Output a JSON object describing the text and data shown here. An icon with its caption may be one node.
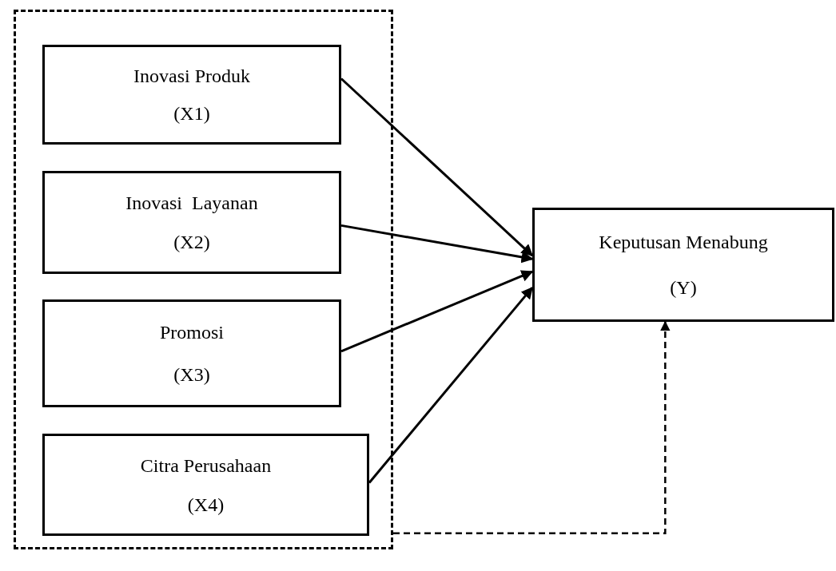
{
  "diagram": {
    "nodes": [
      {
        "text": [],
        "shape": "box"
      },
      {
        "text": [
          "Inovasi Produk",
          "(X1)"
        ],
        "in": 0
      },
      {
        "text": [
          "Inovasi  Layanan",
          "(X2)"
        ],
        "in": 0
      },
      {
        "text": [
          "Promosi",
          "(X3)"
        ],
        "in": 0
      },
      {
        "text": [
          "Citra Perusahaan",
          "(X4)"
        ],
        "in": 0
      },
      {
        "text": [
          "Keputusan Menabung",
          "(Y)"
        ]
      }
    ],
    "edges": [
      {
        "from": 1,
        "to": 5,
        "arrow": "to"
      },
      {
        "from": 2,
        "to": 5,
        "arrow": "to"
      },
      {
        "from": 3,
        "to": 5,
        "arrow": "to"
      },
      {
        "from": 4,
        "to": 5,
        "arrow": "to"
      },
      {
        "from": 0,
        "to": 5,
        "arrow": "to",
        "style": "dashed"
      }
    ]
  }
}
